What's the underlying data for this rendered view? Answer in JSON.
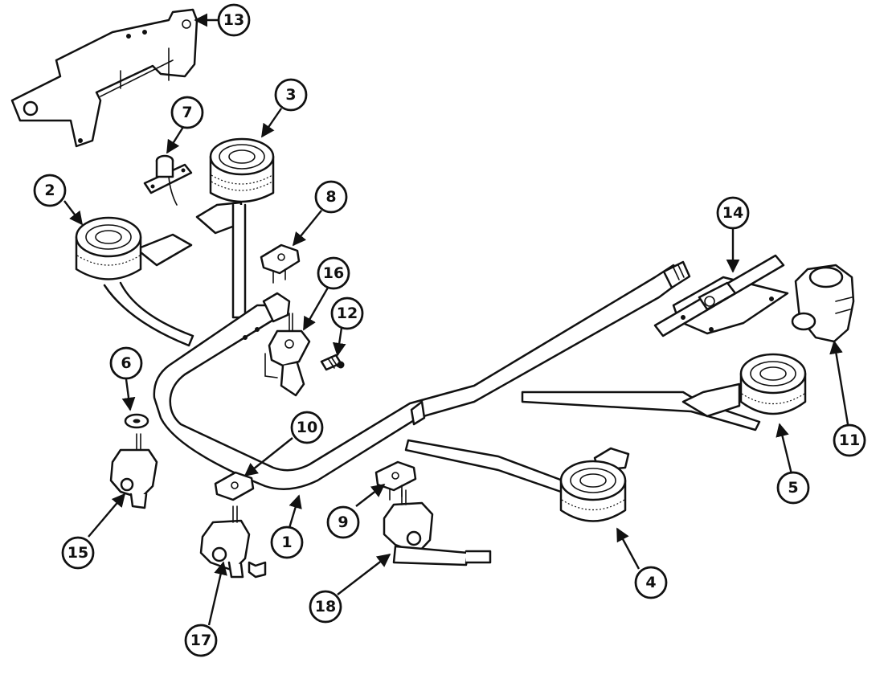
{
  "callouts": [
    {
      "id": "c1",
      "label": "1"
    },
    {
      "id": "c2",
      "label": "2"
    },
    {
      "id": "c3",
      "label": "3"
    },
    {
      "id": "c4",
      "label": "4"
    },
    {
      "id": "c5",
      "label": "5"
    },
    {
      "id": "c6",
      "label": "6"
    },
    {
      "id": "c7",
      "label": "7"
    },
    {
      "id": "c8",
      "label": "8"
    },
    {
      "id": "c9",
      "label": "9"
    },
    {
      "id": "c10",
      "label": "10"
    },
    {
      "id": "c11",
      "label": "11"
    },
    {
      "id": "c12",
      "label": "12"
    },
    {
      "id": "c13",
      "label": "13"
    },
    {
      "id": "c14",
      "label": "14"
    },
    {
      "id": "c15",
      "label": "15"
    },
    {
      "id": "c16",
      "label": "16"
    },
    {
      "id": "c17",
      "label": "17"
    },
    {
      "id": "c18",
      "label": "18"
    }
  ],
  "colors": {
    "ink": "#111111",
    "paper": "#ffffff"
  }
}
